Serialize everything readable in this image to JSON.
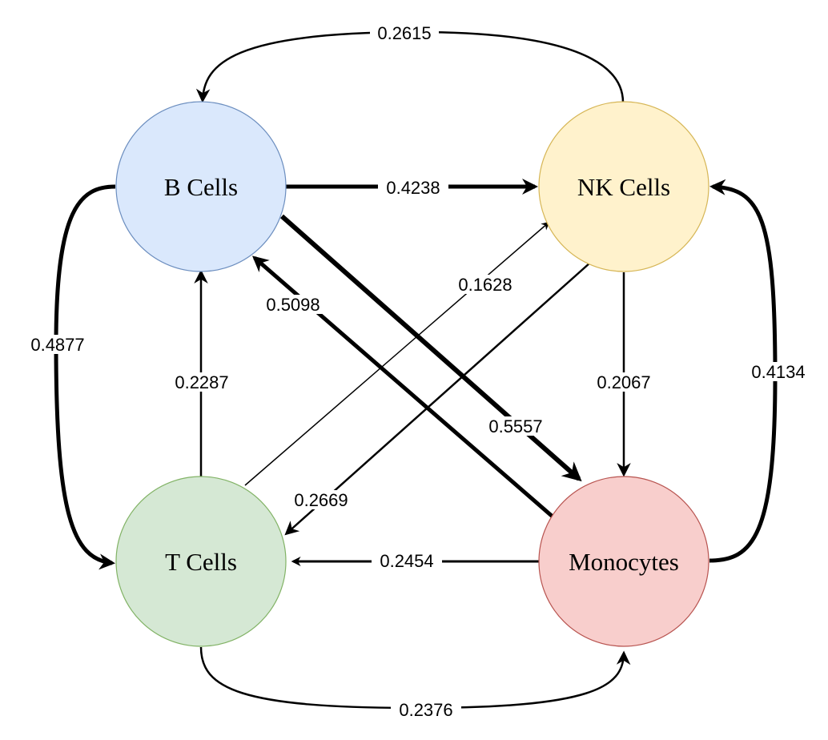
{
  "nodes": [
    {
      "id": "b",
      "label": "B Cells",
      "fill": "#dae8fc",
      "stroke": "#6c8ebf"
    },
    {
      "id": "nk",
      "label": "NK Cells",
      "fill": "#fff2cc",
      "stroke": "#d6b656"
    },
    {
      "id": "t",
      "label": "T Cells",
      "fill": "#d5e8d4",
      "stroke": "#82b366"
    },
    {
      "id": "mono",
      "label": "Monocytes",
      "fill": "#f8cecc",
      "stroke": "#b85450"
    }
  ],
  "edges": [
    {
      "from": "NK Cells",
      "to": "B Cells",
      "weight": "0.2615"
    },
    {
      "from": "B Cells",
      "to": "NK Cells",
      "weight": "0.4238"
    },
    {
      "from": "B Cells",
      "to": "T Cells",
      "weight": "0.4877"
    },
    {
      "from": "T Cells",
      "to": "B Cells",
      "weight": "0.2287"
    },
    {
      "from": "Monocytes",
      "to": "B Cells",
      "weight": "0.5098"
    },
    {
      "from": "B Cells",
      "to": "Monocytes",
      "weight": "0.5557"
    },
    {
      "from": "T Cells",
      "to": "NK Cells",
      "weight": "0.1628"
    },
    {
      "from": "NK Cells",
      "to": "T Cells",
      "weight": "0.2669"
    },
    {
      "from": "NK Cells",
      "to": "Monocytes",
      "weight": "0.2067"
    },
    {
      "from": "Monocytes",
      "to": "NK Cells",
      "weight": "0.4134"
    },
    {
      "from": "Monocytes",
      "to": "T Cells",
      "weight": "0.2454"
    },
    {
      "from": "T Cells",
      "to": "Monocytes",
      "weight": "0.2376"
    }
  ]
}
